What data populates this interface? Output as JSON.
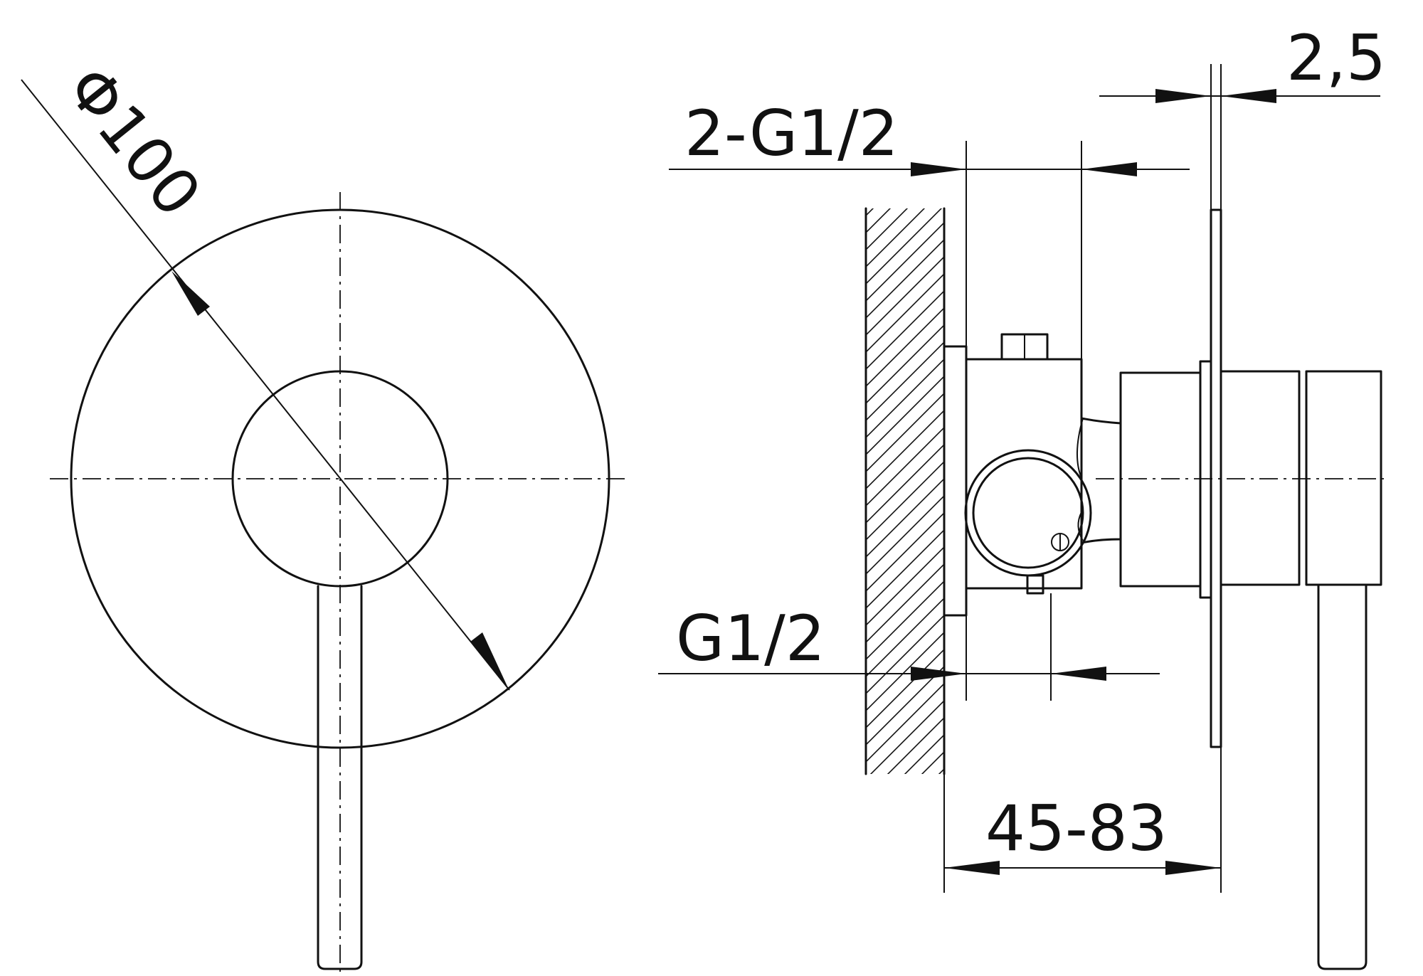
{
  "dimensions": {
    "diameter": "Φ100",
    "outlets": "2-G1/2",
    "inlet": "G1/2",
    "plate_thickness": "2,5",
    "depth_range": "45-83"
  }
}
